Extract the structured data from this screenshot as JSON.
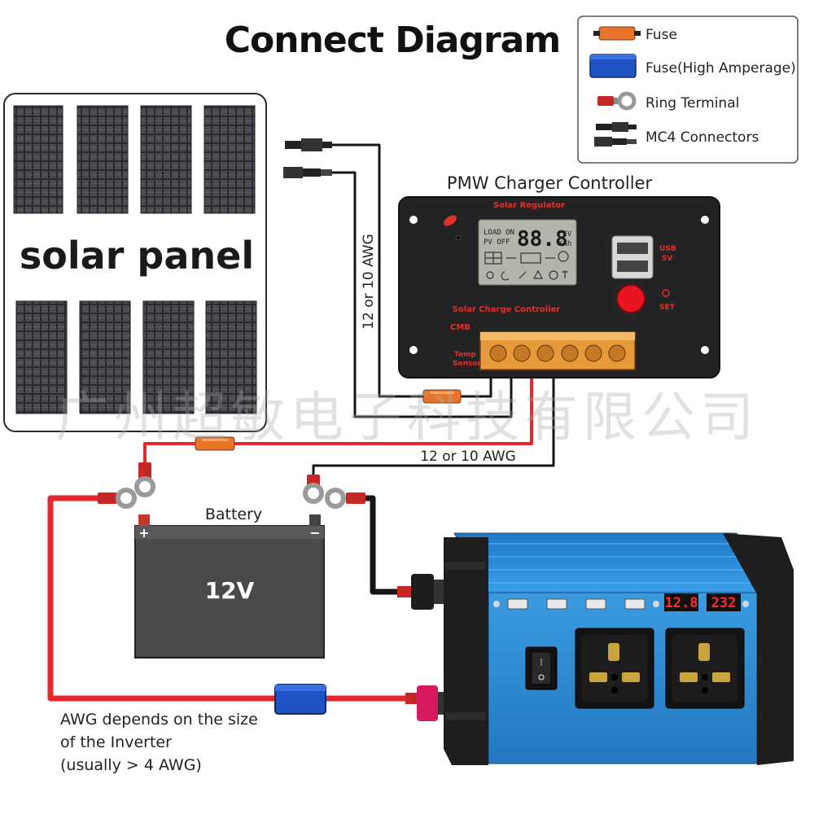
{
  "title": "Connect Diagram",
  "legend": {
    "fuse": "Fuse",
    "fuse_high": "Fuse(High Amperage)",
    "ring_terminal": "Ring Terminal",
    "mc4": "MC4 Connectors"
  },
  "solar_panel": {
    "label": "solar panel"
  },
  "controller": {
    "heading": "PMW Charger Controller",
    "brand": "Solar Regulator",
    "name": "Solar Charge Controller",
    "model": "CMB",
    "temp_label_1": "Temp",
    "temp_label_2": "Sensor",
    "usb_label_1": "USB",
    "usb_label_2": "5V",
    "set_label": "SET",
    "lcd_load": "LOAD ON",
    "lcd_pv": "PV OFF",
    "lcd_digits": "88.8",
    "lcd_unit_top": "°CV",
    "lcd_unit_bottom": "KAh"
  },
  "wire_labels": {
    "panel_wire": "12 or 10 AWG",
    "battery_wire": "12 or 10 AWG"
  },
  "battery": {
    "label": "Battery",
    "voltage": "12V",
    "plus": "+",
    "minus": "−"
  },
  "inverter": {
    "display_left": "12.8",
    "display_right": "232"
  },
  "note": {
    "line1": "AWG depends on the size",
    "line2": "of the Inverter",
    "line3": "(usually  > 4 AWG)"
  },
  "watermark": "广州超敏电子科技有限公司",
  "colors": {
    "wire_red": "#e8262b",
    "wire_black": "#151515",
    "fuse_orange": "#e8742a",
    "fuse_blue": "#1f53c4",
    "inverter_blue": "#2f8fd8",
    "controller_body": "#232325",
    "terminal_orange": "#e89a3a"
  }
}
